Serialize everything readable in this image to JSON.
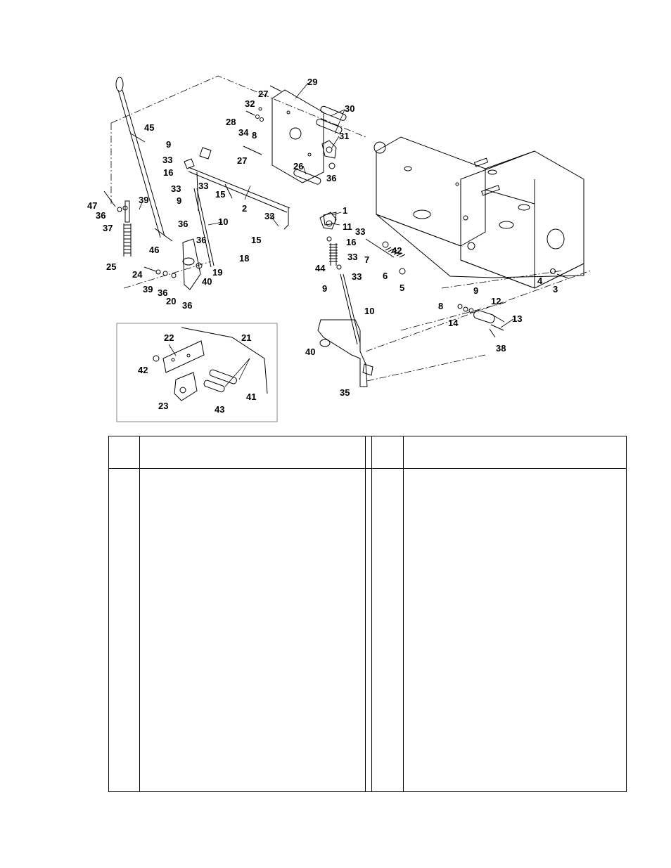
{
  "diagram": {
    "callouts": [
      {
        "id": "c1",
        "label": "1"
      },
      {
        "id": "c2",
        "label": "2"
      },
      {
        "id": "c3",
        "label": "3"
      },
      {
        "id": "c4",
        "label": "4"
      },
      {
        "id": "c5",
        "label": "5"
      },
      {
        "id": "c6",
        "label": "6"
      },
      {
        "id": "c7",
        "label": "7"
      },
      {
        "id": "c8a",
        "label": "8"
      },
      {
        "id": "c8b",
        "label": "8"
      },
      {
        "id": "c9a",
        "label": "9"
      },
      {
        "id": "c9b",
        "label": "9"
      },
      {
        "id": "c9c",
        "label": "9"
      },
      {
        "id": "c9d",
        "label": "9"
      },
      {
        "id": "c10a",
        "label": "10"
      },
      {
        "id": "c10b",
        "label": "10"
      },
      {
        "id": "c11",
        "label": "11"
      },
      {
        "id": "c12",
        "label": "12"
      },
      {
        "id": "c13",
        "label": "13"
      },
      {
        "id": "c14",
        "label": "14"
      },
      {
        "id": "c15a",
        "label": "15"
      },
      {
        "id": "c15b",
        "label": "15"
      },
      {
        "id": "c16a",
        "label": "16"
      },
      {
        "id": "c16b",
        "label": "16"
      },
      {
        "id": "c18",
        "label": "18"
      },
      {
        "id": "c19",
        "label": "19"
      },
      {
        "id": "c20",
        "label": "20"
      },
      {
        "id": "c21",
        "label": "21"
      },
      {
        "id": "c22",
        "label": "22"
      },
      {
        "id": "c23",
        "label": "23"
      },
      {
        "id": "c24",
        "label": "24"
      },
      {
        "id": "c25",
        "label": "25"
      },
      {
        "id": "c26",
        "label": "26"
      },
      {
        "id": "c27a",
        "label": "27"
      },
      {
        "id": "c27b",
        "label": "27"
      },
      {
        "id": "c28",
        "label": "28"
      },
      {
        "id": "c29",
        "label": "29"
      },
      {
        "id": "c30",
        "label": "30"
      },
      {
        "id": "c31",
        "label": "31"
      },
      {
        "id": "c32",
        "label": "32"
      },
      {
        "id": "c33a",
        "label": "33"
      },
      {
        "id": "c33b",
        "label": "33"
      },
      {
        "id": "c33c",
        "label": "33"
      },
      {
        "id": "c33d",
        "label": "33"
      },
      {
        "id": "c33e",
        "label": "33"
      },
      {
        "id": "c33f",
        "label": "33"
      },
      {
        "id": "c33g",
        "label": "33"
      },
      {
        "id": "c34",
        "label": "34"
      },
      {
        "id": "c35",
        "label": "35"
      },
      {
        "id": "c36a",
        "label": "36"
      },
      {
        "id": "c36b",
        "label": "36"
      },
      {
        "id": "c36c",
        "label": "36"
      },
      {
        "id": "c36d",
        "label": "36"
      },
      {
        "id": "c36e",
        "label": "36"
      },
      {
        "id": "c36f",
        "label": "36"
      },
      {
        "id": "c37",
        "label": "37"
      },
      {
        "id": "c38",
        "label": "38"
      },
      {
        "id": "c39a",
        "label": "39"
      },
      {
        "id": "c39b",
        "label": "39"
      },
      {
        "id": "c40a",
        "label": "40"
      },
      {
        "id": "c40b",
        "label": "40"
      },
      {
        "id": "c41",
        "label": "41"
      },
      {
        "id": "c42a",
        "label": "42"
      },
      {
        "id": "c42b",
        "label": "42"
      },
      {
        "id": "c43",
        "label": "43"
      },
      {
        "id": "c44",
        "label": "44"
      },
      {
        "id": "c45",
        "label": "45"
      },
      {
        "id": "c46",
        "label": "46"
      },
      {
        "id": "c47",
        "label": "47"
      }
    ]
  },
  "parts_table": {
    "columns": [
      "",
      "",
      "",
      ""
    ],
    "rows": []
  }
}
